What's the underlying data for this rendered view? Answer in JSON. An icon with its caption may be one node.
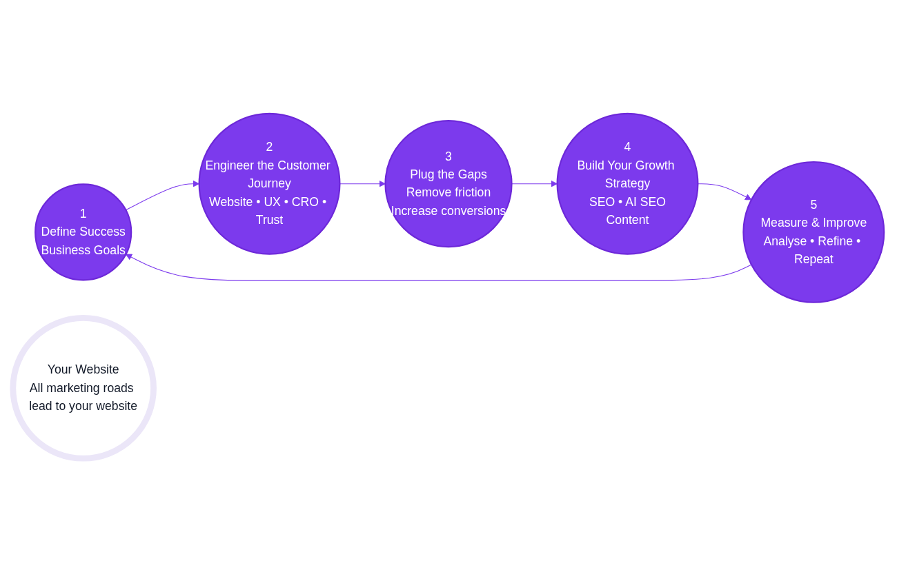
{
  "diagram": {
    "nodes": [
      {
        "text": [
          "1",
          "Define Success",
          "Business Goals"
        ]
      },
      {
        "text": [
          "2",
          "Engineer the Customer Journey",
          "Website • UX • CRO • Trust"
        ]
      },
      {
        "text": [
          "3",
          "Plug the Gaps",
          "Remove friction",
          "Increase conversions"
        ]
      },
      {
        "text": [
          "4",
          "Build Your Growth Strategy",
          "SEO • AI SEO",
          "Content"
        ]
      },
      {
        "text": [
          "5",
          "Measure & Improve",
          "Analyse • Refine • Repeat"
        ]
      },
      {
        "text": [
          "Your Website",
          "All marketing roads lead to your website"
        ]
      }
    ],
    "edges": [
      {
        "from": 0,
        "to": 1,
        "arrow": "to"
      },
      {
        "from": 1,
        "to": 2,
        "arrow": "to"
      },
      {
        "from": 2,
        "to": 3,
        "arrow": "to"
      },
      {
        "from": 3,
        "to": 4,
        "arrow": "to"
      },
      {
        "from": 4,
        "to": 0,
        "arrow": "to"
      }
    ]
  }
}
